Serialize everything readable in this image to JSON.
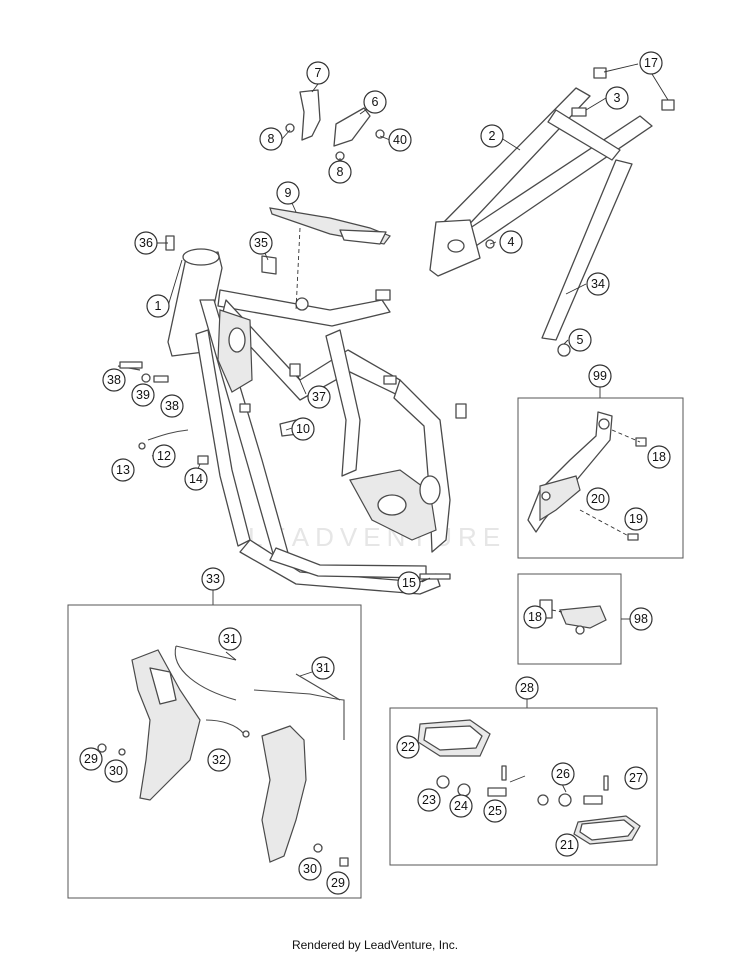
{
  "watermark": "LEADVENTURE",
  "footer": "Rendered by LeadVenture, Inc.",
  "callouts": {
    "c1": "1",
    "c2": "2",
    "c3": "3",
    "c4": "4",
    "c5": "5",
    "c6": "6",
    "c7": "7",
    "c8a": "8",
    "c8b": "8",
    "c9": "9",
    "c10": "10",
    "c12": "12",
    "c13": "13",
    "c14": "14",
    "c15": "15",
    "c17": "17",
    "c18a": "18",
    "c18b": "18",
    "c19": "19",
    "c20": "20",
    "c21": "21",
    "c22": "22",
    "c23": "23",
    "c24": "24",
    "c25": "25",
    "c26": "26",
    "c27": "27",
    "c28": "28",
    "c29a": "29",
    "c29b": "29",
    "c30a": "30",
    "c30b": "30",
    "c31a": "31",
    "c31b": "31",
    "c32": "32",
    "c33": "33",
    "c34": "34",
    "c35": "35",
    "c36": "36",
    "c37": "37",
    "c38a": "38",
    "c38b": "38",
    "c39": "39",
    "c40": "40",
    "c98": "98",
    "c99": "99"
  }
}
